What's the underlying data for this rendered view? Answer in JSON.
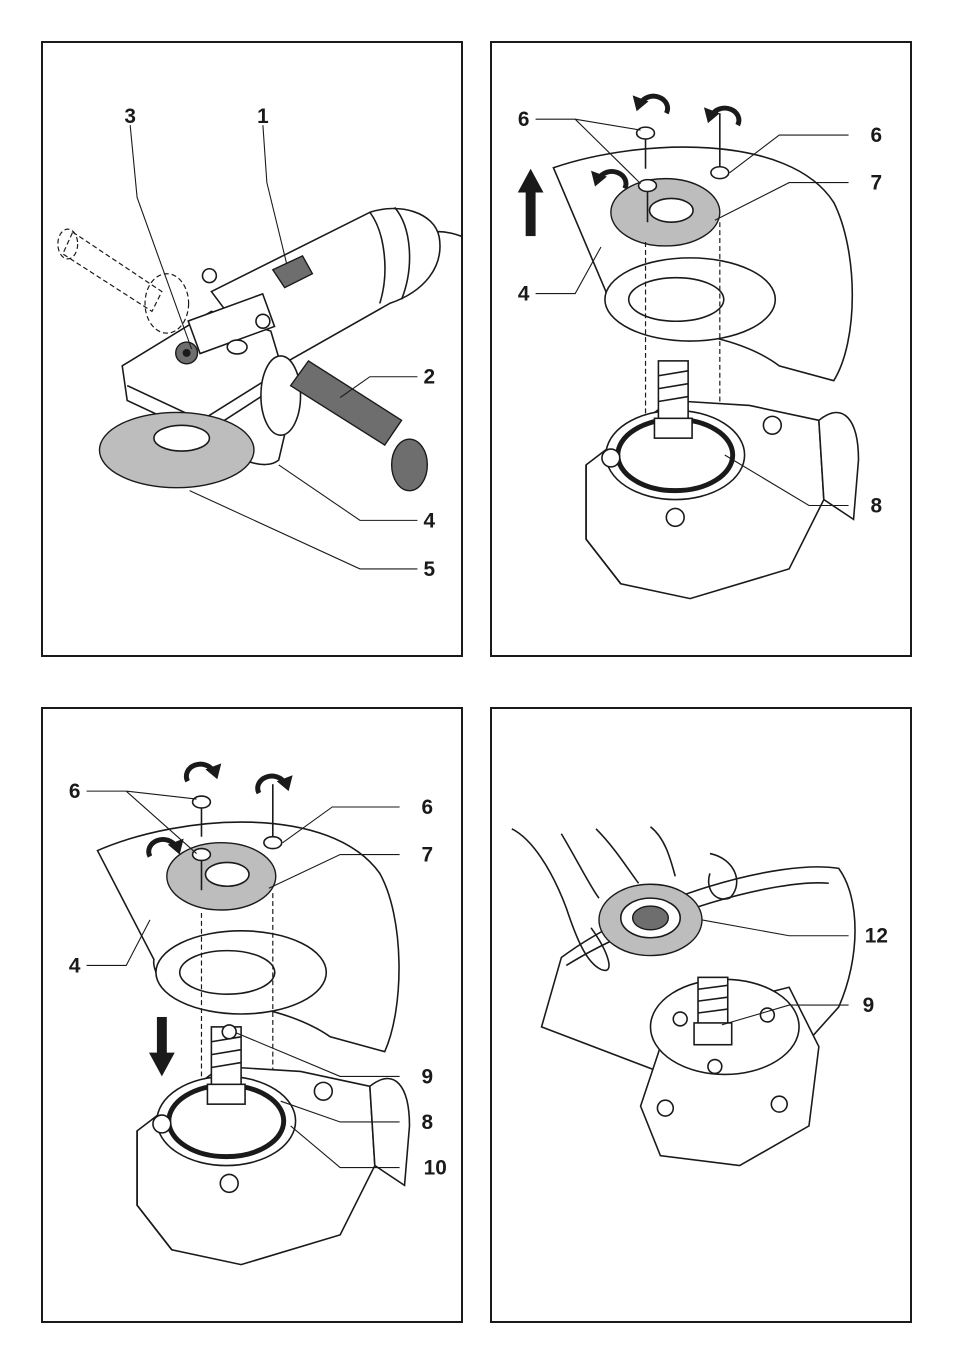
{
  "panel1": {
    "labels": [
      "3",
      "1",
      "2",
      "4",
      "5"
    ]
  },
  "panel2": {
    "labels": [
      "6",
      "6",
      "7",
      "4",
      "8"
    ]
  },
  "panel3": {
    "labels": [
      "6",
      "6",
      "7",
      "4",
      "9",
      "8",
      "10"
    ]
  },
  "panel4": {
    "labels": [
      "12",
      "9"
    ]
  },
  "icons": {
    "rotate_ccw": "counterclockwise-arrow",
    "rotate_cw": "clockwise-arrow",
    "direction_up": "up-arrow",
    "direction_down": "down-arrow"
  }
}
